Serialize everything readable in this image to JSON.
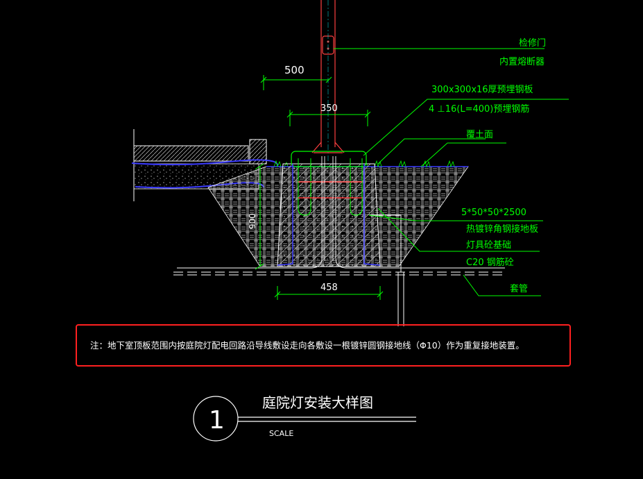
{
  "dimensions": {
    "top_width": "500",
    "plate_width": "350",
    "base_width": "458",
    "depth": "900"
  },
  "callouts": [
    {
      "id": "access-door",
      "lines": [
        "检修门",
        "内置熔断器"
      ]
    },
    {
      "id": "embedded-plate",
      "lines": [
        "300x300x16厚预埋钢板",
        "4  ⊥16(L=400)预埋钢筋"
      ]
    },
    {
      "id": "backfill",
      "lines": [
        "覆土面"
      ]
    },
    {
      "id": "ground-plate",
      "lines": [
        "5*50*50*2500",
        "热镀锌角钢接地板"
      ]
    },
    {
      "id": "foundation",
      "lines": [
        "灯具砼基础",
        "C20 钢筋砼"
      ]
    },
    {
      "id": "sleeve",
      "lines": [
        "套管"
      ]
    }
  ],
  "note": {
    "text": "注：地下室顶板范围内按庭院灯配电回路沿导线敷设走向各敷设一根镀锌圆钢接地线（Φ10）作为重复接地装置。",
    "highlight_color": "#ff2020"
  },
  "title_block": {
    "number": "1",
    "title": "庭院灯安装大样图",
    "scale": "SCALE"
  },
  "colors": {
    "background": "#000000",
    "cad_green": "#00ff00",
    "cad_blue": "#3a3aff",
    "cad_red": "#ff2020",
    "cad_white": "#ffffff",
    "cad_cyan": "#00c8c8"
  }
}
